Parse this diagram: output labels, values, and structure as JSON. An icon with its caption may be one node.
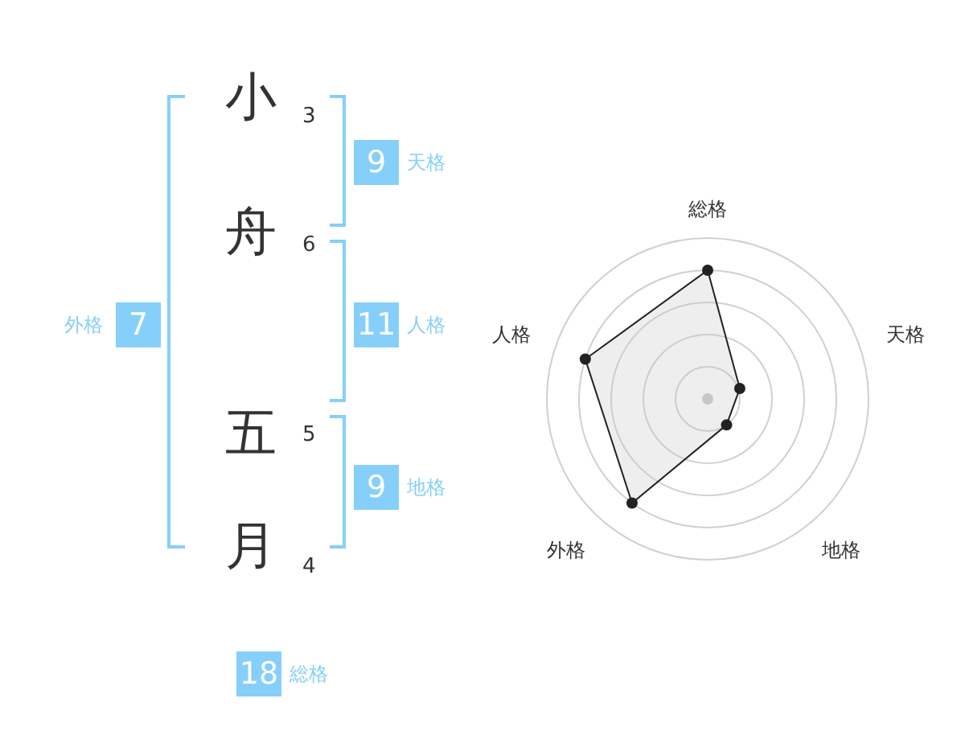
{
  "diagram": {
    "nodes": [
      {
        "text": [
          "9"
        ],
        "beside": [
          "天格"
        ]
      },
      {
        "text": [
          "7"
        ],
        "beside": [
          "外格"
        ]
      },
      {
        "text": [
          "11"
        ],
        "beside": [
          "人格"
        ]
      },
      {
        "text": [
          "9"
        ],
        "beside": [
          "地格"
        ]
      },
      {
        "text": [
          "18"
        ],
        "beside": [
          "総格"
        ]
      }
    ],
    "labels": [
      "小",
      "3",
      "舟",
      "6",
      "五",
      "5",
      "月",
      "4",
      "総格",
      "人格",
      "天格",
      "外格",
      "地格"
    ]
  }
}
